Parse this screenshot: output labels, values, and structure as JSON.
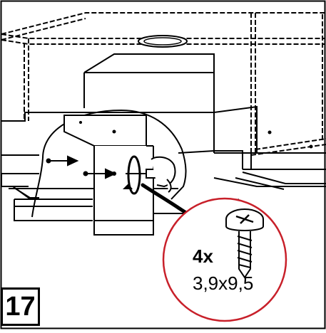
{
  "step": {
    "number": "17"
  },
  "callout": {
    "quantity": "4x",
    "screw_size": "3,9x9,5",
    "ring_color": "#c8202a"
  },
  "colors": {
    "line": "#000000",
    "background": "#ffffff"
  }
}
